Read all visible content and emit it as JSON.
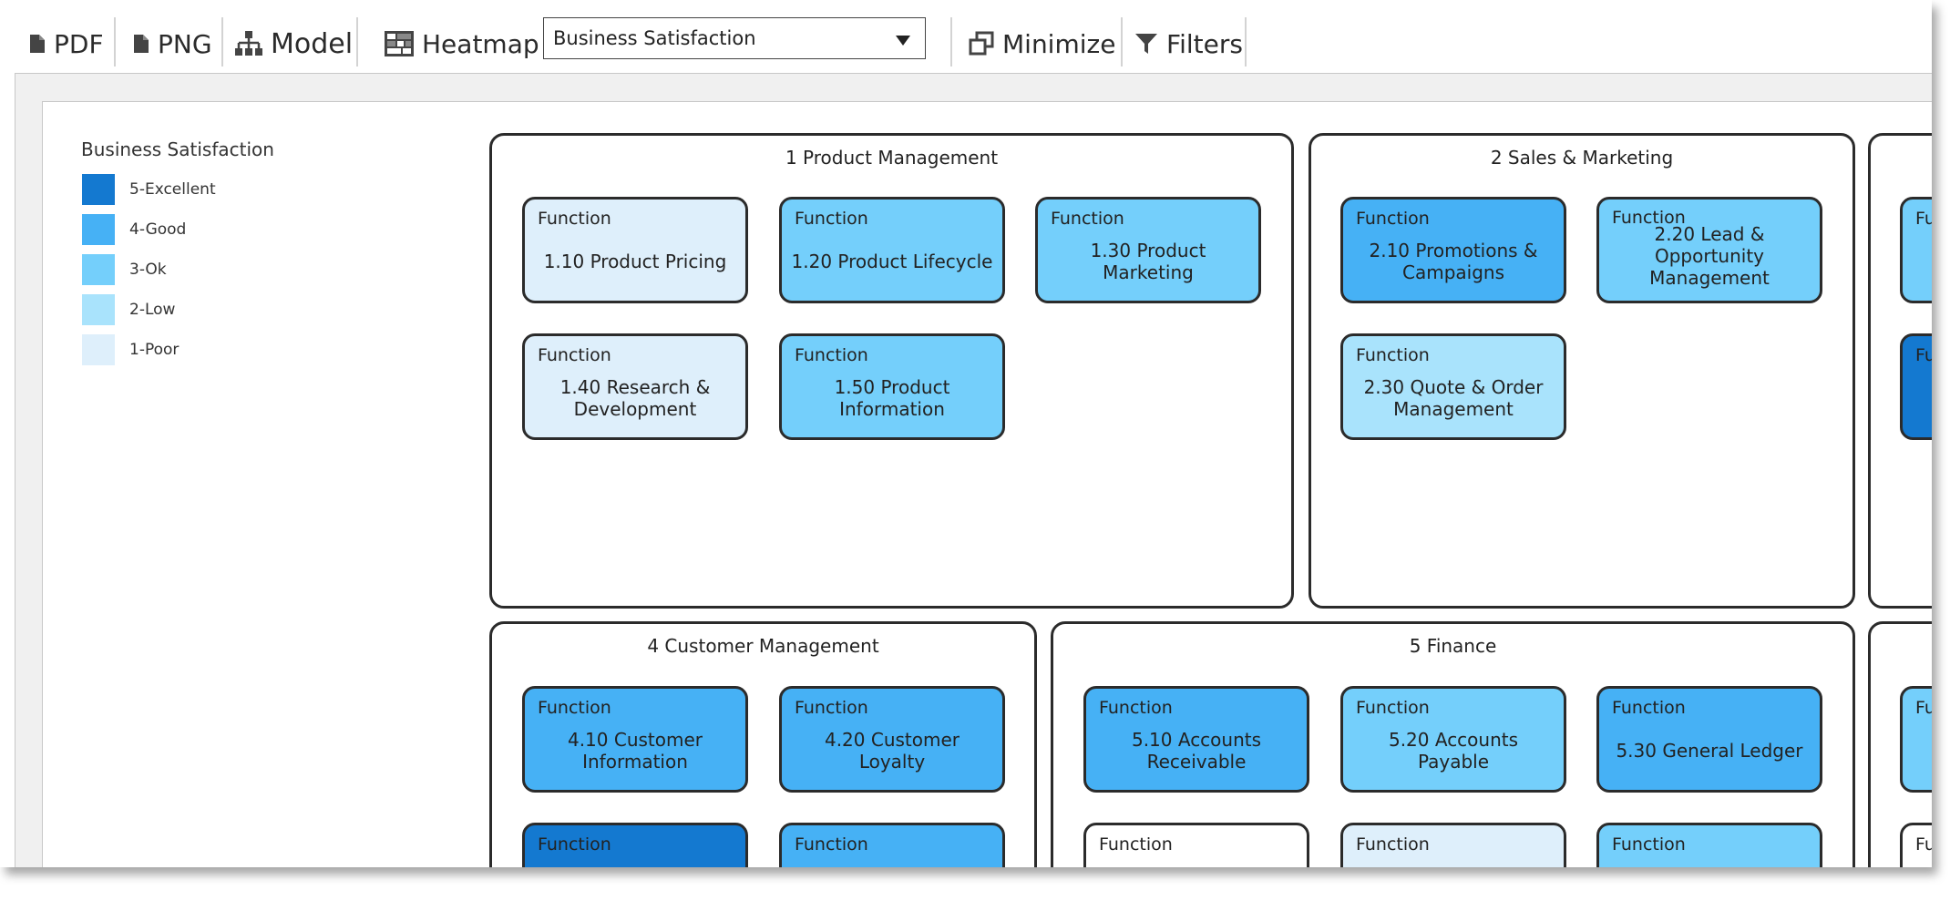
{
  "toolbar": {
    "pdf": "PDF",
    "png": "PNG",
    "model": "Model",
    "heatmap": "Heatmap",
    "measure_selected": "Business Satisfaction",
    "minimize": "Minimize",
    "filters": "Filters"
  },
  "legend": {
    "title": "Business Satisfaction",
    "items": [
      {
        "label": "5-Excellent",
        "color": "#1479d0"
      },
      {
        "label": "4-Good",
        "color": "#46b1f5"
      },
      {
        "label": "3-Ok",
        "color": "#74cffb"
      },
      {
        "label": "2-Low",
        "color": "#a9e3fc"
      },
      {
        "label": "1-Poor",
        "color": "#deeffb"
      }
    ]
  },
  "card_type": "Function",
  "groups": {
    "g1": {
      "title": "1 Product Management",
      "cards": [
        {
          "name": "1.10 Product Pricing",
          "level": "1-Poor",
          "color": "#deeffb"
        },
        {
          "name": "1.20 Product Lifecycle",
          "level": "3-Ok",
          "color": "#74cffb"
        },
        {
          "name": "1.30 Product Marketing",
          "level": "3-Ok",
          "color": "#74cffb"
        },
        {
          "name": "1.40 Research & Development",
          "level": "1-Poor",
          "color": "#deeffb"
        },
        {
          "name": "1.50 Product Information",
          "level": "3-Ok",
          "color": "#74cffb"
        }
      ]
    },
    "g2": {
      "title": "2 Sales & Marketing",
      "cards": [
        {
          "name": "2.10 Promotions & Campaigns",
          "level": "4-Good",
          "color": "#46b1f5"
        },
        {
          "name": "2.20 Lead & Opportunity Management",
          "level": "3-Ok",
          "color": "#74cffb"
        },
        {
          "name": "2.30 Quote & Order Management",
          "level": "2-Low",
          "color": "#a9e3fc"
        }
      ]
    },
    "g4": {
      "title": "4 Customer Management",
      "cards": [
        {
          "name": "4.10 Customer Information",
          "level": "4-Good",
          "color": "#46b1f5"
        },
        {
          "name": "4.20 Customer Loyalty",
          "level": "4-Good",
          "color": "#46b1f5"
        },
        {
          "name": "",
          "level": "5-Excellent",
          "color": "#1479d0"
        },
        {
          "name": "",
          "level": "4-Good",
          "color": "#46b1f5"
        }
      ]
    },
    "g5": {
      "title": "5 Finance",
      "cards": [
        {
          "name": "5.10 Accounts Receivable",
          "level": "4-Good",
          "color": "#46b1f5"
        },
        {
          "name": "5.20 Accounts Payable",
          "level": "3-Ok",
          "color": "#74cffb"
        },
        {
          "name": "5.30 General Ledger",
          "level": "4-Good",
          "color": "#46b1f5"
        },
        {
          "name": "",
          "level": "",
          "color": "#ffffff"
        },
        {
          "name": "",
          "level": "1-Poor",
          "color": "#deeffb"
        },
        {
          "name": "",
          "level": "3-Ok",
          "color": "#74cffb"
        }
      ]
    },
    "g3_partial": {
      "title": "",
      "cards": [
        {
          "name": "",
          "level": "3-Ok",
          "color": "#74cffb"
        },
        {
          "name": "",
          "level": "5-Excellent",
          "color": "#1479d0"
        }
      ]
    },
    "g6_partial": {
      "title": "",
      "cards": [
        {
          "name": "",
          "level": "3-Ok",
          "color": "#74cffb"
        },
        {
          "name": "",
          "level": "",
          "color": "#ffffff"
        }
      ]
    }
  }
}
